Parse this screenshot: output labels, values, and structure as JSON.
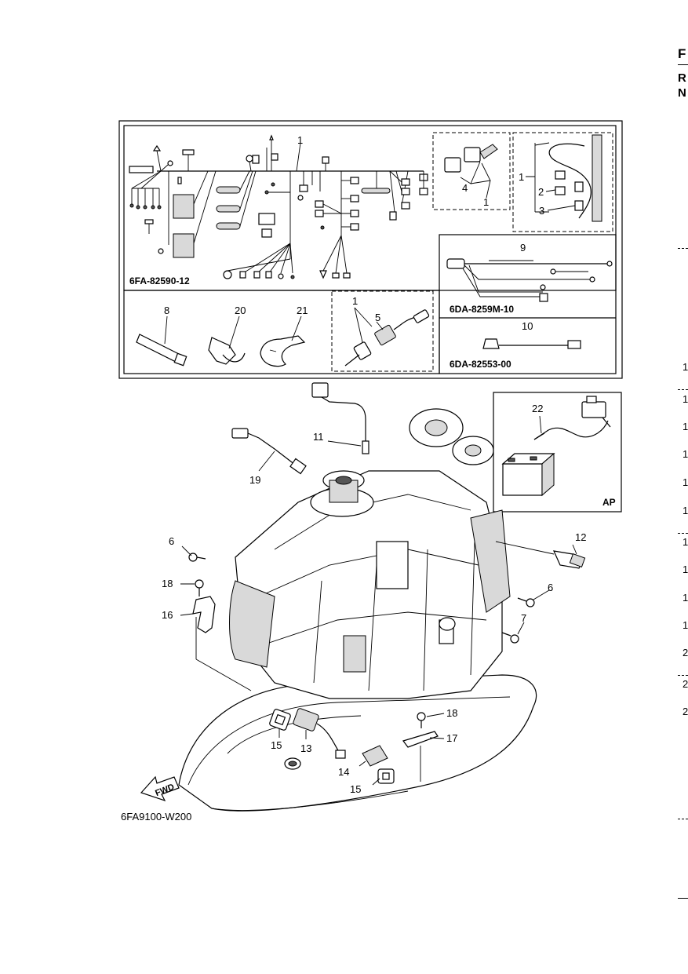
{
  "edge": {
    "letters": [
      "F",
      "R",
      "N"
    ],
    "numbers": [
      "1",
      "1",
      "1",
      "1",
      "1",
      "1",
      "1",
      "1",
      "1",
      "1",
      "2",
      "2",
      "2"
    ]
  },
  "kit": {
    "harness_code": "6FA-82590-12",
    "lead_code": "6DA-8259M-10",
    "wire_code": "6DA-82553-00",
    "ap_label": "AP"
  },
  "callouts": {
    "c1": "1",
    "c2": "2",
    "c3": "3",
    "c4": "4",
    "c5": "5",
    "c6": "6",
    "c7": "7",
    "c8": "8",
    "c9": "9",
    "c10": "10",
    "c11": "11",
    "c12": "12",
    "c13": "13",
    "c14": "14",
    "c15": "15",
    "c16": "16",
    "c17": "17",
    "c18": "18",
    "c19": "19",
    "c20": "20",
    "c21": "21",
    "c22": "22"
  },
  "main": {
    "fwd_label": "FWD",
    "figure_code": "6FA9100-W200"
  }
}
